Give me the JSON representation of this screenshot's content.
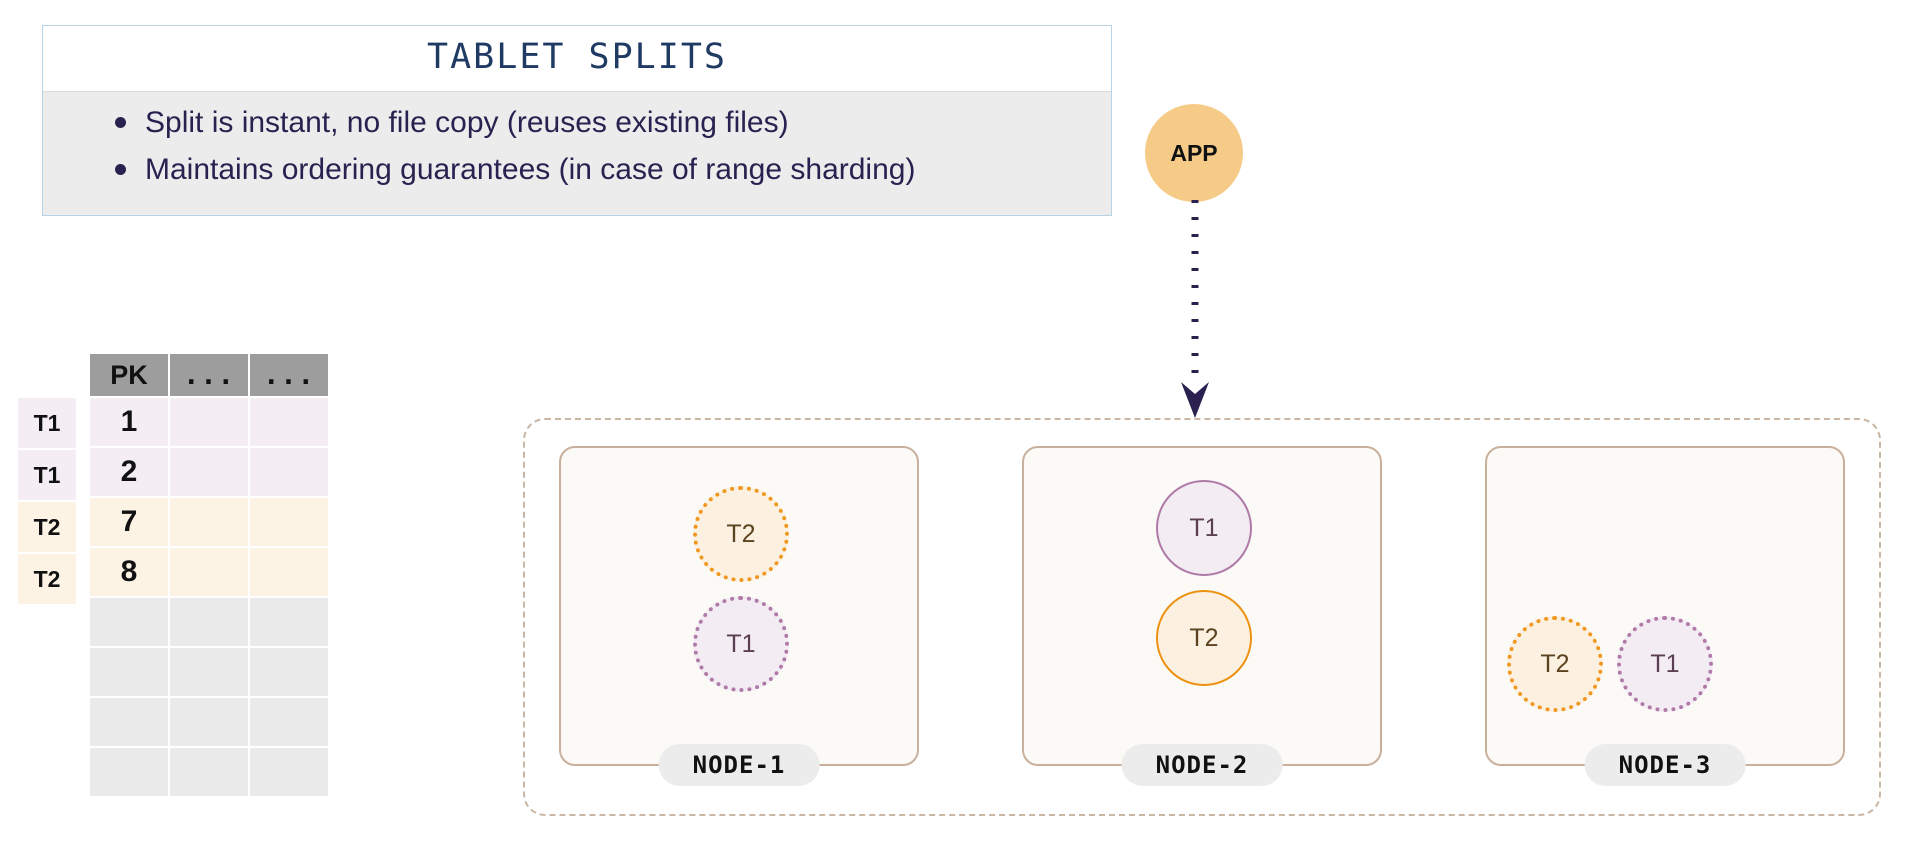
{
  "callout": {
    "title": "TABLET SPLITS",
    "bullets": [
      "Split is instant, no file copy (reuses existing files)",
      "Maintains ordering guarantees (in case of range sharding)"
    ],
    "border_color": "#b9d3e6",
    "title_color": "#1f3a63",
    "body_bg": "#ececec",
    "text_color": "#2b2150"
  },
  "table": {
    "headers": [
      "PK",
      "...",
      "..."
    ],
    "header_bg": "#9d9d9d",
    "rows": [
      {
        "tag": "T1",
        "pk": "1",
        "c2": "",
        "c3": "",
        "kind": "t1"
      },
      {
        "tag": "T1",
        "pk": "2",
        "c2": "",
        "c3": "",
        "kind": "t1"
      },
      {
        "tag": "T2",
        "pk": "7",
        "c2": "",
        "c3": "",
        "kind": "t2"
      },
      {
        "tag": "T2",
        "pk": "8",
        "c2": "",
        "c3": "",
        "kind": "t2"
      },
      {
        "tag": "",
        "pk": "",
        "c2": "",
        "c3": "",
        "kind": "empty"
      },
      {
        "tag": "",
        "pk": "",
        "c2": "",
        "c3": "",
        "kind": "empty"
      },
      {
        "tag": "",
        "pk": "",
        "c2": "",
        "c3": "",
        "kind": "empty"
      },
      {
        "tag": "",
        "pk": "",
        "c2": "",
        "c3": "",
        "kind": "empty"
      }
    ],
    "t1_row_bg": "#f4eef4",
    "t2_row_bg": "#fcf3e5",
    "empty_row_bg": "#eaeaea"
  },
  "app": {
    "label": "APP",
    "fill": "#f5cb87",
    "arrow_color": "#2b2150"
  },
  "cluster": {
    "border_color": "#c9b6a4",
    "nodes": [
      {
        "label": "NODE-1",
        "tablets": [
          {
            "name": "T2",
            "kind": "t2",
            "style": "dotted",
            "pos": "pos-n1-t2"
          },
          {
            "name": "T1",
            "kind": "t1",
            "style": "dotted",
            "pos": "pos-n1-t1"
          }
        ]
      },
      {
        "label": "NODE-2",
        "tablets": [
          {
            "name": "T1",
            "kind": "t1",
            "style": "solid",
            "pos": "pos-n2-t1"
          },
          {
            "name": "T2",
            "kind": "t2",
            "style": "solid",
            "pos": "pos-n2-t2"
          }
        ]
      },
      {
        "label": "NODE-3",
        "tablets": [
          {
            "name": "T2",
            "kind": "t2",
            "style": "dotted",
            "pos": "pos-n3-t2"
          },
          {
            "name": "T1",
            "kind": "t1",
            "style": "dotted",
            "pos": "pos-n3-t1"
          }
        ]
      }
    ],
    "tablet_colors": {
      "t1_border": "#b07aa8",
      "t1_fill": "#f4ecf3",
      "t2_border": "#ed9110",
      "t2_fill": "#fcf1e0"
    }
  }
}
